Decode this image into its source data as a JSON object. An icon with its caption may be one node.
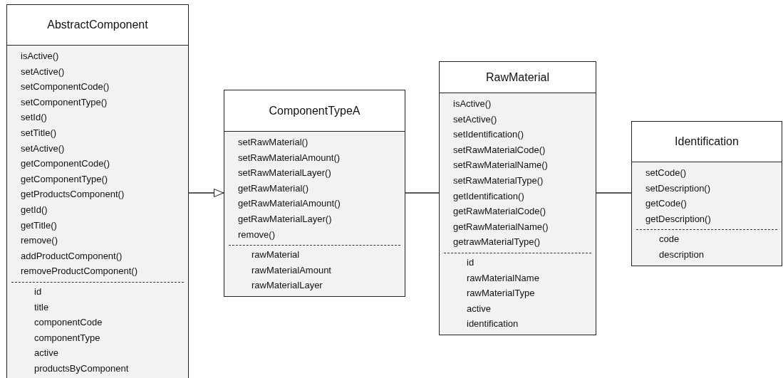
{
  "diagram": {
    "nodes": [
      {
        "text": [
          "AbstractComponent"
        ]
      },
      {
        "text": [
          "isActive()",
          "setActive()",
          "setComponentCode()",
          "setComponentType()",
          "setId()",
          "setTitle()",
          "setActive()",
          "getComponentCode()",
          "getComponentType()",
          "getProductsComponent()",
          "getId()",
          "getTitle()",
          "remove()",
          "addProductComponent()",
          "removeProductComponent()"
        ],
        "in": 0
      },
      {
        "text": [
          "id",
          "title",
          "componentCode",
          "componentType",
          "active",
          "productsByComponent"
        ],
        "in": 0
      },
      {
        "text": [
          "ComponentTypeA"
        ]
      },
      {
        "text": [
          "setRawMaterial()",
          "setRawMaterialAmount()",
          "setRawMaterialLayer()",
          "getRawMaterial()",
          "getRawMaterialAmount()",
          "getRawMaterialLayer()",
          "remove()"
        ],
        "in": 3
      },
      {
        "text": [
          "rawMaterial",
          "rawMaterialAmount",
          "rawMaterialLayer"
        ],
        "in": 3
      },
      {
        "text": [
          "RawMaterial"
        ]
      },
      {
        "text": [
          "isActive()",
          "setActive()",
          "setIdentification()",
          "setRawMaterialCode()",
          "setRawMaterialName()",
          "setRawMaterialType()",
          "getIdentification()",
          "getRawMaterialCode()",
          "getRawMaterialName()",
          "getrawMaterialType()"
        ],
        "in": 6
      },
      {
        "text": [
          "id",
          "rawMaterialName",
          "rawMaterialType",
          "active",
          "identification"
        ],
        "in": 6
      },
      {
        "text": [
          "Identification"
        ]
      },
      {
        "text": [
          "setCode()",
          "setDescription()",
          "getCode()",
          "getDescription()"
        ],
        "in": 9
      },
      {
        "text": [
          "code",
          "description"
        ],
        "in": 9
      }
    ],
    "edges": [
      {
        "from": 0,
        "to": 3,
        "arrow": "to"
      },
      {
        "from": 3,
        "to": 6,
        "arrow": "none"
      },
      {
        "from": 6,
        "to": 9,
        "arrow": "none"
      }
    ]
  }
}
